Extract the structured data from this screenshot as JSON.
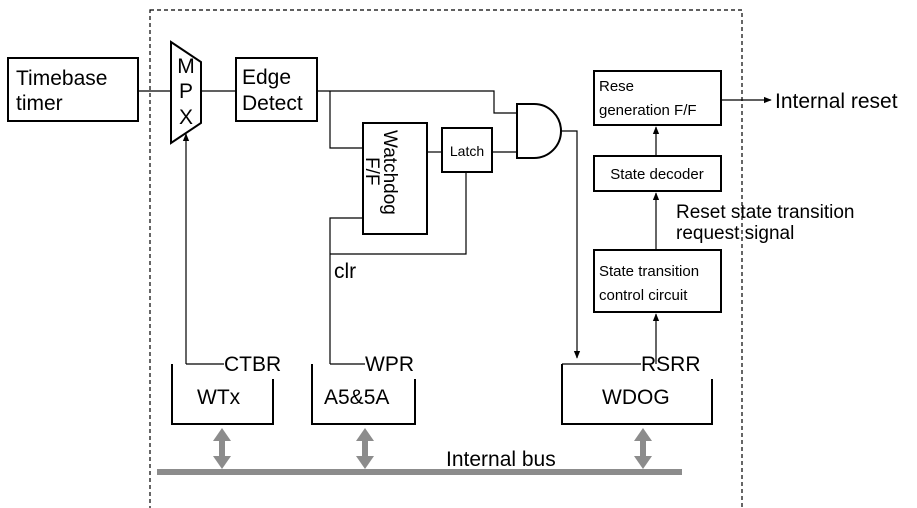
{
  "blocks": {
    "timebase_timer": [
      "Timebase",
      "timer"
    ],
    "mpx": [
      "M",
      "P",
      "X"
    ],
    "edge_detect": [
      "Edge",
      "Detect"
    ],
    "watchdog_ff": [
      "Watchdog",
      "F/F"
    ],
    "latch": "Latch",
    "reset_generation_ff": [
      "Rese",
      "generation F/F"
    ],
    "state_decoder": "State decoder",
    "state_transition_control": [
      "State transition",
      "control circuit"
    ]
  },
  "registers": {
    "ctbr": {
      "name": "CTBR",
      "content": "WTx"
    },
    "wpr": {
      "name": "WPR",
      "content": "A5&5A"
    },
    "rsrr": {
      "name": "RSRR",
      "content": "WDOG"
    }
  },
  "signals": {
    "internal_reset": "Internal reset",
    "reset_request": [
      "Reset state transition",
      "request signal"
    ],
    "clr": "clr",
    "internal_bus": "Internal bus"
  },
  "colors": {
    "bus": "#8c8c8c",
    "line": "#000000"
  }
}
